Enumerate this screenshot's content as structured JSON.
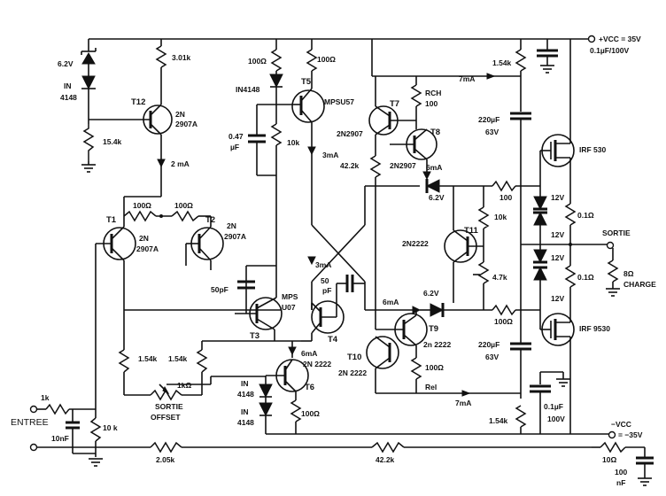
{
  "supply": {
    "vcc_pos": "+VCC = 35V",
    "vcc_pos_cap": "0.1µF/100V",
    "vcc_neg": "−VCC",
    "vcc_neg_val": "= −35V"
  },
  "io": {
    "input": "ENTREE",
    "output": "SORTIE",
    "load": "8Ω",
    "load_label": "CHARGE",
    "offset_label": "SORTIE",
    "offset_label2": "OFFSET"
  },
  "transistors": {
    "t1": {
      "name": "T1",
      "type": "2N",
      "type2": "2907A"
    },
    "t2": {
      "name": "T2",
      "type": "2N",
      "type2": "2907A"
    },
    "t3": {
      "name": "T3",
      "type": "MPS",
      "type2": "U07"
    },
    "t4": {
      "name": "T4"
    },
    "t5": {
      "name": "T5",
      "type": "MPSU57"
    },
    "t6": {
      "name": "T6",
      "type": "2N 2222"
    },
    "t7": {
      "name": "T7",
      "type": "2N2907"
    },
    "t8": {
      "name": "T8",
      "type": "2N2907"
    },
    "t9": {
      "name": "T9",
      "type": "2n 2222"
    },
    "t10": {
      "name": "T10",
      "type": "2N 2222"
    },
    "t11": {
      "name": "T11",
      "type": "2N2222"
    },
    "t12": {
      "name": "T12",
      "type": "2N",
      "type2": "2907A"
    }
  },
  "mosfets": {
    "upper": "IRF 530",
    "lower": "IRF 9530"
  },
  "resistors": {
    "r_301k": "3.01k",
    "r_154k_t12": "15.4k",
    "r_100_t1a": "100Ω",
    "r_100_t1b": "100Ω",
    "r_100_t5a": "100Ω",
    "r_100_t5b": "100Ω",
    "r_10k_t5": "10k",
    "r_154k_l": "1.54k",
    "r_154k_r": "1.54k",
    "r_pot": "1kΩ",
    "r_1k_in": "1k",
    "r_10k_in": "10 k",
    "r_205k": "2.05k",
    "r_422k_fb": "42.2k",
    "r_154k_top": "1.54k",
    "r_rch": "RCH",
    "r_rch_val": "100",
    "r_422k_mid": "42.2k",
    "r_100_mid": "100",
    "r_10k_mid": "10k",
    "r_47k": "4.7k",
    "r_100_low": "100Ω",
    "r_100_t9": "100Ω",
    "r_rel": "Rel",
    "r_100_t6": "100Ω",
    "r_154k_bot": "1.54k",
    "r_01_a": "0.1Ω",
    "r_01_b": "0.1Ω",
    "r_10_out": "10Ω"
  },
  "capacitors": {
    "c_047": "0.47",
    "c_047u": "µF",
    "c_50p_l": "50pF",
    "c_50p_r": "50",
    "c_50p_r2": "pF",
    "c_220_top": "220µF",
    "c_220_top_v": "63V",
    "c_220_bot": "220µF",
    "c_220_bot_v": "63V",
    "c_01_bot": "0.1µF",
    "c_01_bot_v": "100V",
    "c_10n": "10nF",
    "c_100n": "100",
    "c_100n_u": "nF"
  },
  "diodes": {
    "z_62v": "6.2V",
    "d_in4148": "IN",
    "d_in4148_2": "4148",
    "d_in4148_t5": "IN4148",
    "d_in_t6a": "IN",
    "d_in_t6a_2": "4148",
    "d_in_t6b": "IN",
    "d_in_t6b_2": "4148",
    "z_62v_mid": "6.2V",
    "z_62v_low": "6.2V",
    "z_12v_1": "12V",
    "z_12v_2": "12V",
    "z_12v_3": "12V",
    "z_12v_4": "12V"
  },
  "currents": {
    "i_2ma": "2 mA",
    "i_3ma_t5": "3mA",
    "i_3ma_t34": "3mA",
    "i_6ma_t6": "6mA",
    "i_7ma_top": "7mA",
    "i_6ma_t8": "6mA",
    "i_6ma_t9": "6mA",
    "i_7ma_bot": "7mA"
  }
}
